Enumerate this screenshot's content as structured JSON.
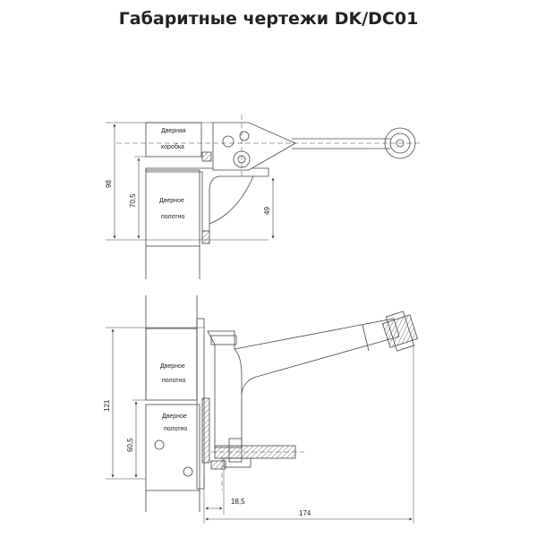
{
  "title": "Габаритные чертежи DK/DC01",
  "top_view": {
    "labels": {
      "door_frame_1": "Дверная",
      "door_frame_2": "коробка",
      "door_leaf_1": "Дверное",
      "door_leaf_2": "полотно"
    },
    "dimensions": {
      "overall_height": "98",
      "frame_height": "70,5",
      "bracket_height": "49"
    }
  },
  "side_view": {
    "labels": {
      "door_leaf_a1": "Дверное",
      "door_leaf_a2": "полотно",
      "door_leaf_b1": "Дверное",
      "door_leaf_b2": "полотно"
    },
    "dimensions": {
      "overall_height": "121",
      "lower_height": "60,5",
      "offset_width": "18,5",
      "overall_width": "174"
    }
  }
}
